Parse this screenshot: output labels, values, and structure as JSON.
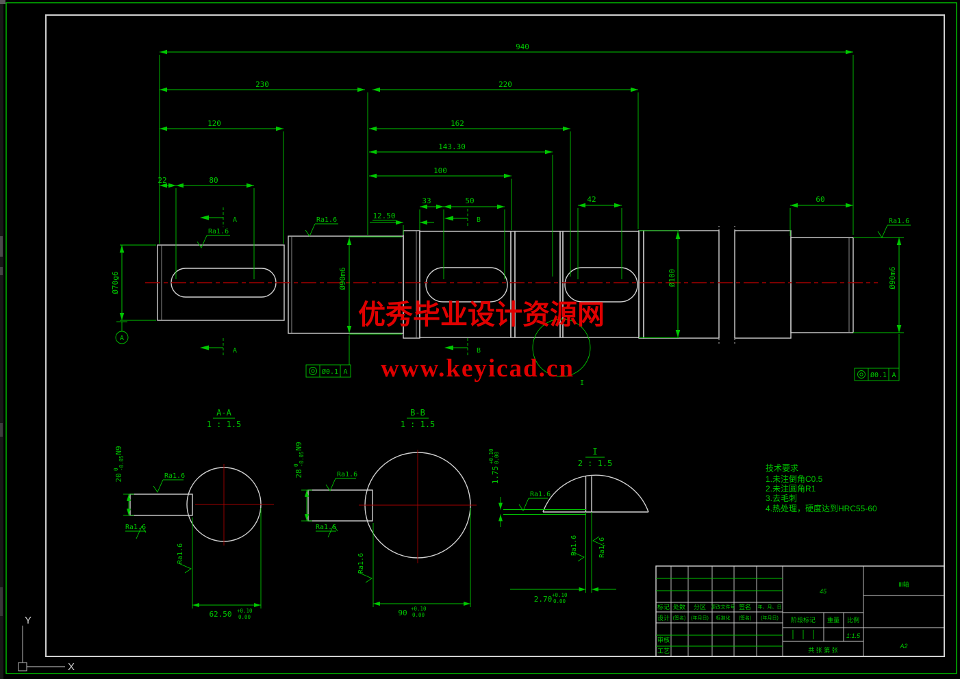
{
  "watermark": {
    "line1": "优秀毕业设计资源网",
    "line2": "www.keyicad.cn"
  },
  "dims": {
    "overall": "940",
    "left_chain": "230",
    "right_chain": "220",
    "d120": "120",
    "d162": "162",
    "d143": "143.30",
    "d100": "100",
    "d22": "22",
    "d80": "80",
    "d33": "33",
    "d50": "50",
    "d42": "42",
    "d60": "60",
    "d1250": "12.50"
  },
  "diameters": {
    "left": "Ø70g6",
    "mid_left": "Ø90m6",
    "mid": "Ø100",
    "right": "Ø90m6"
  },
  "roughness": "Ra1.6",
  "datum": "A",
  "tolerance": {
    "symbol": "◎",
    "value": "Ø0.1",
    "datum": "A"
  },
  "section_marks": {
    "a": "A",
    "b": "B"
  },
  "detail_mark": "I",
  "sections": {
    "aa": {
      "title": "A-A",
      "scale": "1 : 1.5",
      "width": "20",
      "tol_up": "0",
      "tol_dn": "-0.05",
      "fit": "N9",
      "dim": "62.50",
      "dim_up": "+0.10",
      "dim_dn": "0.00"
    },
    "bb": {
      "title": "B-B",
      "scale": "1 : 1.5",
      "width": "28",
      "tol_up": "0",
      "tol_dn": "-0.05",
      "fit": "N9",
      "dim": "90",
      "dim_up": "+0.10",
      "dim_dn": "0.00"
    },
    "detail": {
      "title": "I",
      "scale": "2 : 1.5",
      "depth": "1.75",
      "depth_up": "+0.10",
      "depth_dn": "0.00",
      "width": "2.70",
      "width_up": "+0.10",
      "width_dn": "0.00"
    }
  },
  "tech": {
    "title": "技术要求",
    "items": [
      "1.未注倒角C0.5",
      "2.未注圆角R1",
      "3.去毛刺",
      "4.热处理，硬度达到HRC55-60"
    ]
  },
  "titleblock": {
    "material": "45",
    "part": "Ⅲ轴",
    "paper": "A2",
    "scale_value": "1:1.5",
    "row1": [
      "标记",
      "处数",
      "分区",
      "更改文件号",
      "签名",
      "年、月、日"
    ],
    "row2": [
      "设计",
      "(签名)",
      "(年月日)",
      "标准化",
      "(签名)",
      "(年月日)"
    ],
    "stage": "阶段标记",
    "weight": "重量",
    "scale_label": "比例",
    "check": "审核",
    "craft": "工艺",
    "sheet": "共 张 第 张"
  },
  "ucs": {
    "x": "X",
    "y": "Y"
  }
}
